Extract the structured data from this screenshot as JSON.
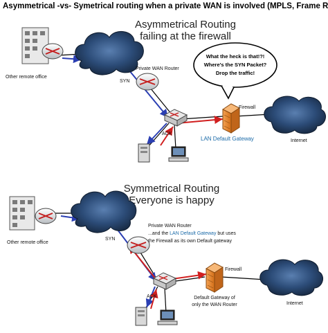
{
  "header": "Asymmetrical -vs- Symetrical routing when a private WAN is involved (MPLS, Frame Relay, whatever)",
  "top": {
    "title_line1": "Asymmetrical Routing",
    "title_line2": "failing at the firewall",
    "other_office": "Other remote office",
    "wan_router": "Private WAN Router",
    "syn": "SYN",
    "ack": "ACK",
    "firewall": "Firewall",
    "lan_gateway": "LAN Default Gateway",
    "internet": "Internet",
    "bubble_line1": "What the heck is that!?!",
    "bubble_line2": "Where's the SYN Packet?",
    "bubble_line3": "Drop the traffic!"
  },
  "bottom": {
    "title_line1": "Symmetrical Routing",
    "title_line2": "Everyone is happy",
    "other_office": "Other remote office",
    "wan_router_line1": "Private WAN Router",
    "wan_router_line2_pre": "...and the ",
    "wan_router_line2_link": "LAN Default Gateway",
    "wan_router_line2_post": " but uses",
    "wan_router_line3": "the Firewall as its own Default gateway",
    "syn": "SYN",
    "ack": "ACK",
    "firewall": "Firewall",
    "gateway_line1": "Default Gateway of",
    "gateway_line2": "only the WAN Router",
    "internet": "Internet"
  },
  "colors": {
    "syn_path": "#2b3fb3",
    "ack_path": "#d11f1f",
    "label_blue": "#1a6aa8",
    "cloud": "#2a4f7d",
    "firewall": "#e8892c"
  }
}
